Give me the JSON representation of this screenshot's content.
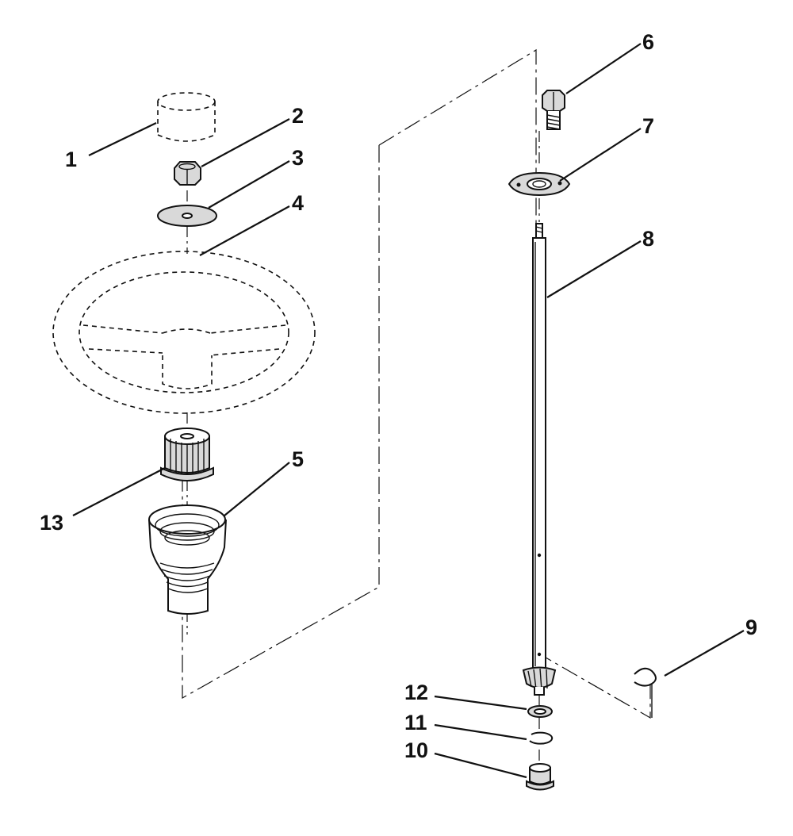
{
  "callouts": {
    "c1": "1",
    "c2": "2",
    "c3": "3",
    "c4": "4",
    "c5": "5",
    "c6": "6",
    "c7": "7",
    "c8": "8",
    "c9": "9",
    "c10": "10",
    "c11": "11",
    "c12": "12",
    "c13": "13"
  },
  "parts": {
    "p1": "knob-cap-icon",
    "p2": "hex-nut-icon",
    "p3": "flat-washer-icon",
    "p4": "steering-wheel-icon",
    "p5": "dust-boot-icon",
    "p6": "hex-bolt-icon",
    "p7": "flange-bearing-icon",
    "p8": "steering-shaft-icon",
    "p9": "frame-bracket-icon",
    "p10": "bushing-icon",
    "p11": "retaining-ring-icon",
    "p12": "thrust-washer-icon",
    "p13": "splined-hub-icon"
  }
}
